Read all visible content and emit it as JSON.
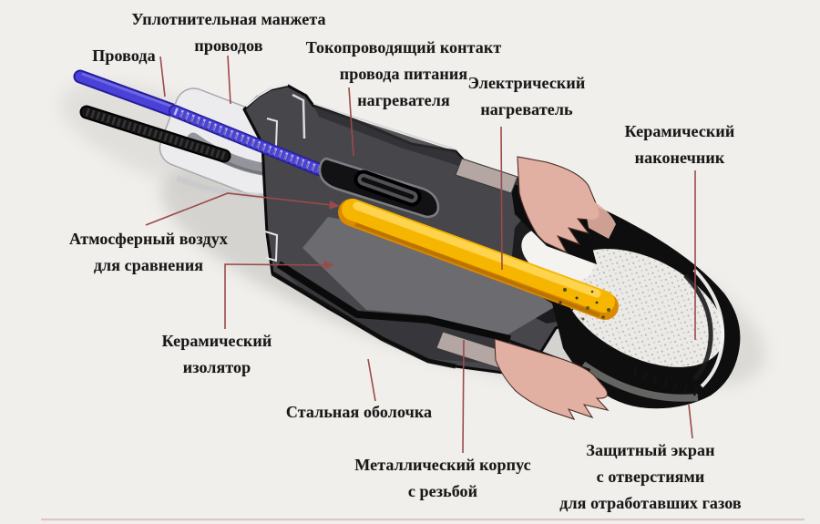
{
  "diagram": {
    "labels": [
      {
        "id": "wires",
        "text": "Провода"
      },
      {
        "id": "wire-seal-cuff",
        "text": "Уплотнительная манжета\nпроводов"
      },
      {
        "id": "heater-power-contact",
        "text": "Токопроводящий контакт\nпровода питания\nнагревателя"
      },
      {
        "id": "electric-heater",
        "text": "Электрический\nнагреватель"
      },
      {
        "id": "ceramic-tip",
        "text": "Керамический\nнаконечник"
      },
      {
        "id": "atmospheric-air",
        "text": "Атмосферный воздух\nдля сравнения"
      },
      {
        "id": "ceramic-insulator",
        "text": "Керамический\nизолятор"
      },
      {
        "id": "steel-shell",
        "text": "Стальная оболочка"
      },
      {
        "id": "metal-housing",
        "text": "Металлический корпус\nс резьбой"
      },
      {
        "id": "protective-screen",
        "text": "Защитный экран\nс отверстиями\nдля отработавших газов"
      }
    ]
  },
  "colors": {
    "bg": "#f1efec",
    "label_ink": "#171717",
    "leader_red": "#9a4a4a",
    "wire_blue": "#4a42d8",
    "wire_blue_dark": "#241c98",
    "wire_black": "#161616",
    "cuff_white": "#ececef",
    "body_gray": "#46464b",
    "body_light": "#6b6b70",
    "chamber_black": "#121214",
    "heater_yellow": "#f6b600",
    "heater_orange": "#d98a00",
    "thread_pink": "#e2b0a2",
    "crimp_gray": "#b3a6a3",
    "shell_black": "#0e0e0e",
    "ceramic_white": "#eceae6",
    "bottom_strip": "#d9bcbc"
  }
}
